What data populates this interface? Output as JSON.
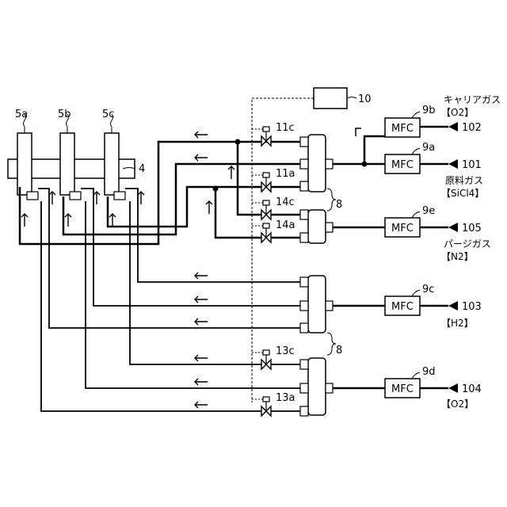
{
  "colors": {
    "ink": "#000000",
    "background": "#ffffff"
  },
  "burners": [
    "5a",
    "5b",
    "5c"
  ],
  "manifold_ref": "4",
  "controller_ref": "10",
  "header_ref": "8",
  "header_ref_lower": "8",
  "valves": {
    "v11c": "11c",
    "v11a": "11a",
    "v14c": "14c",
    "v14a": "14a",
    "v13c": "13c",
    "v13a": "13a"
  },
  "mfc_label": "MFC",
  "mfcs": {
    "9b": {
      "ref": "9b",
      "port": "102",
      "gas": "キャリアガス",
      "gas2": "【O2】"
    },
    "9a": {
      "ref": "9a",
      "port": "101",
      "gas": "原料ガス",
      "gas2": "【SiCl4】"
    },
    "9e": {
      "ref": "9e",
      "port": "105",
      "gas": "パージガス",
      "gas2": "【N2】"
    },
    "9c": {
      "ref": "9c",
      "port": "103",
      "gas": "",
      "gas2": "【H2】"
    },
    "9d": {
      "ref": "9d",
      "port": "104",
      "gas": "",
      "gas2": "【O2】"
    }
  }
}
